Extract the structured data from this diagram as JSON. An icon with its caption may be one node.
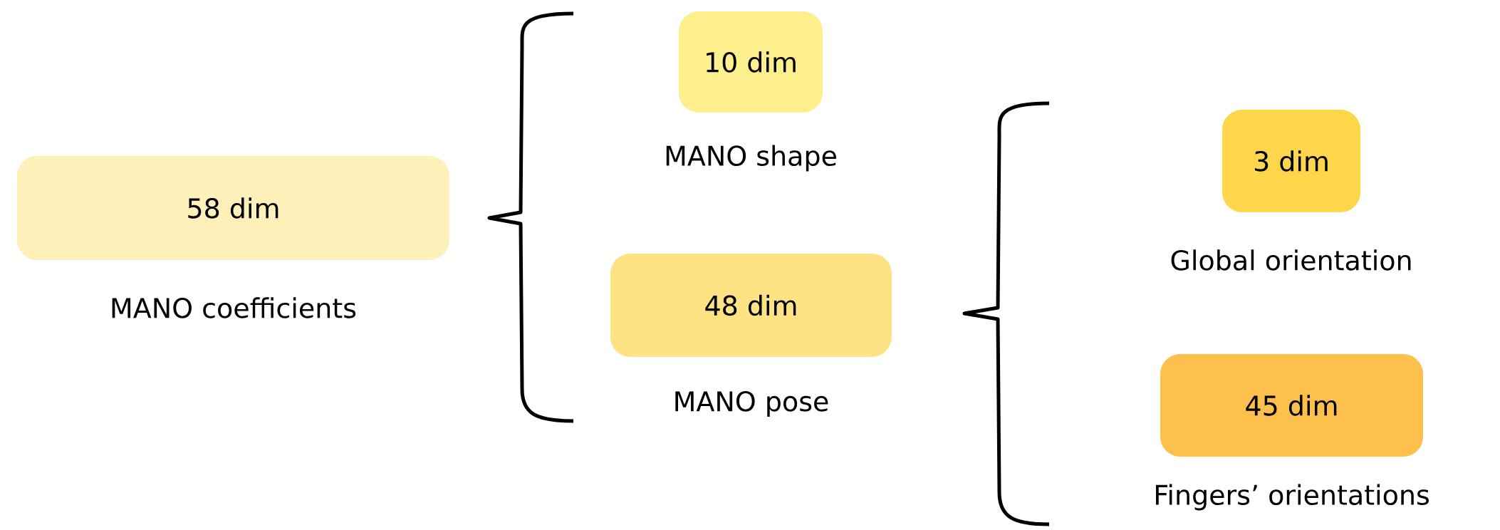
{
  "diagram": {
    "nodes": [
      {
        "text": [
          "58 dim",
          "MANO coefficients"
        ]
      },
      {
        "text": [
          "10 dim",
          "MANO shape"
        ]
      },
      {
        "text": [
          "48 dim",
          "MANO pose"
        ]
      },
      {
        "text": [
          "3 dim",
          "Global orientation"
        ]
      },
      {
        "text": [
          "45 dim",
          "Fingers’ orientations"
        ]
      }
    ]
  }
}
